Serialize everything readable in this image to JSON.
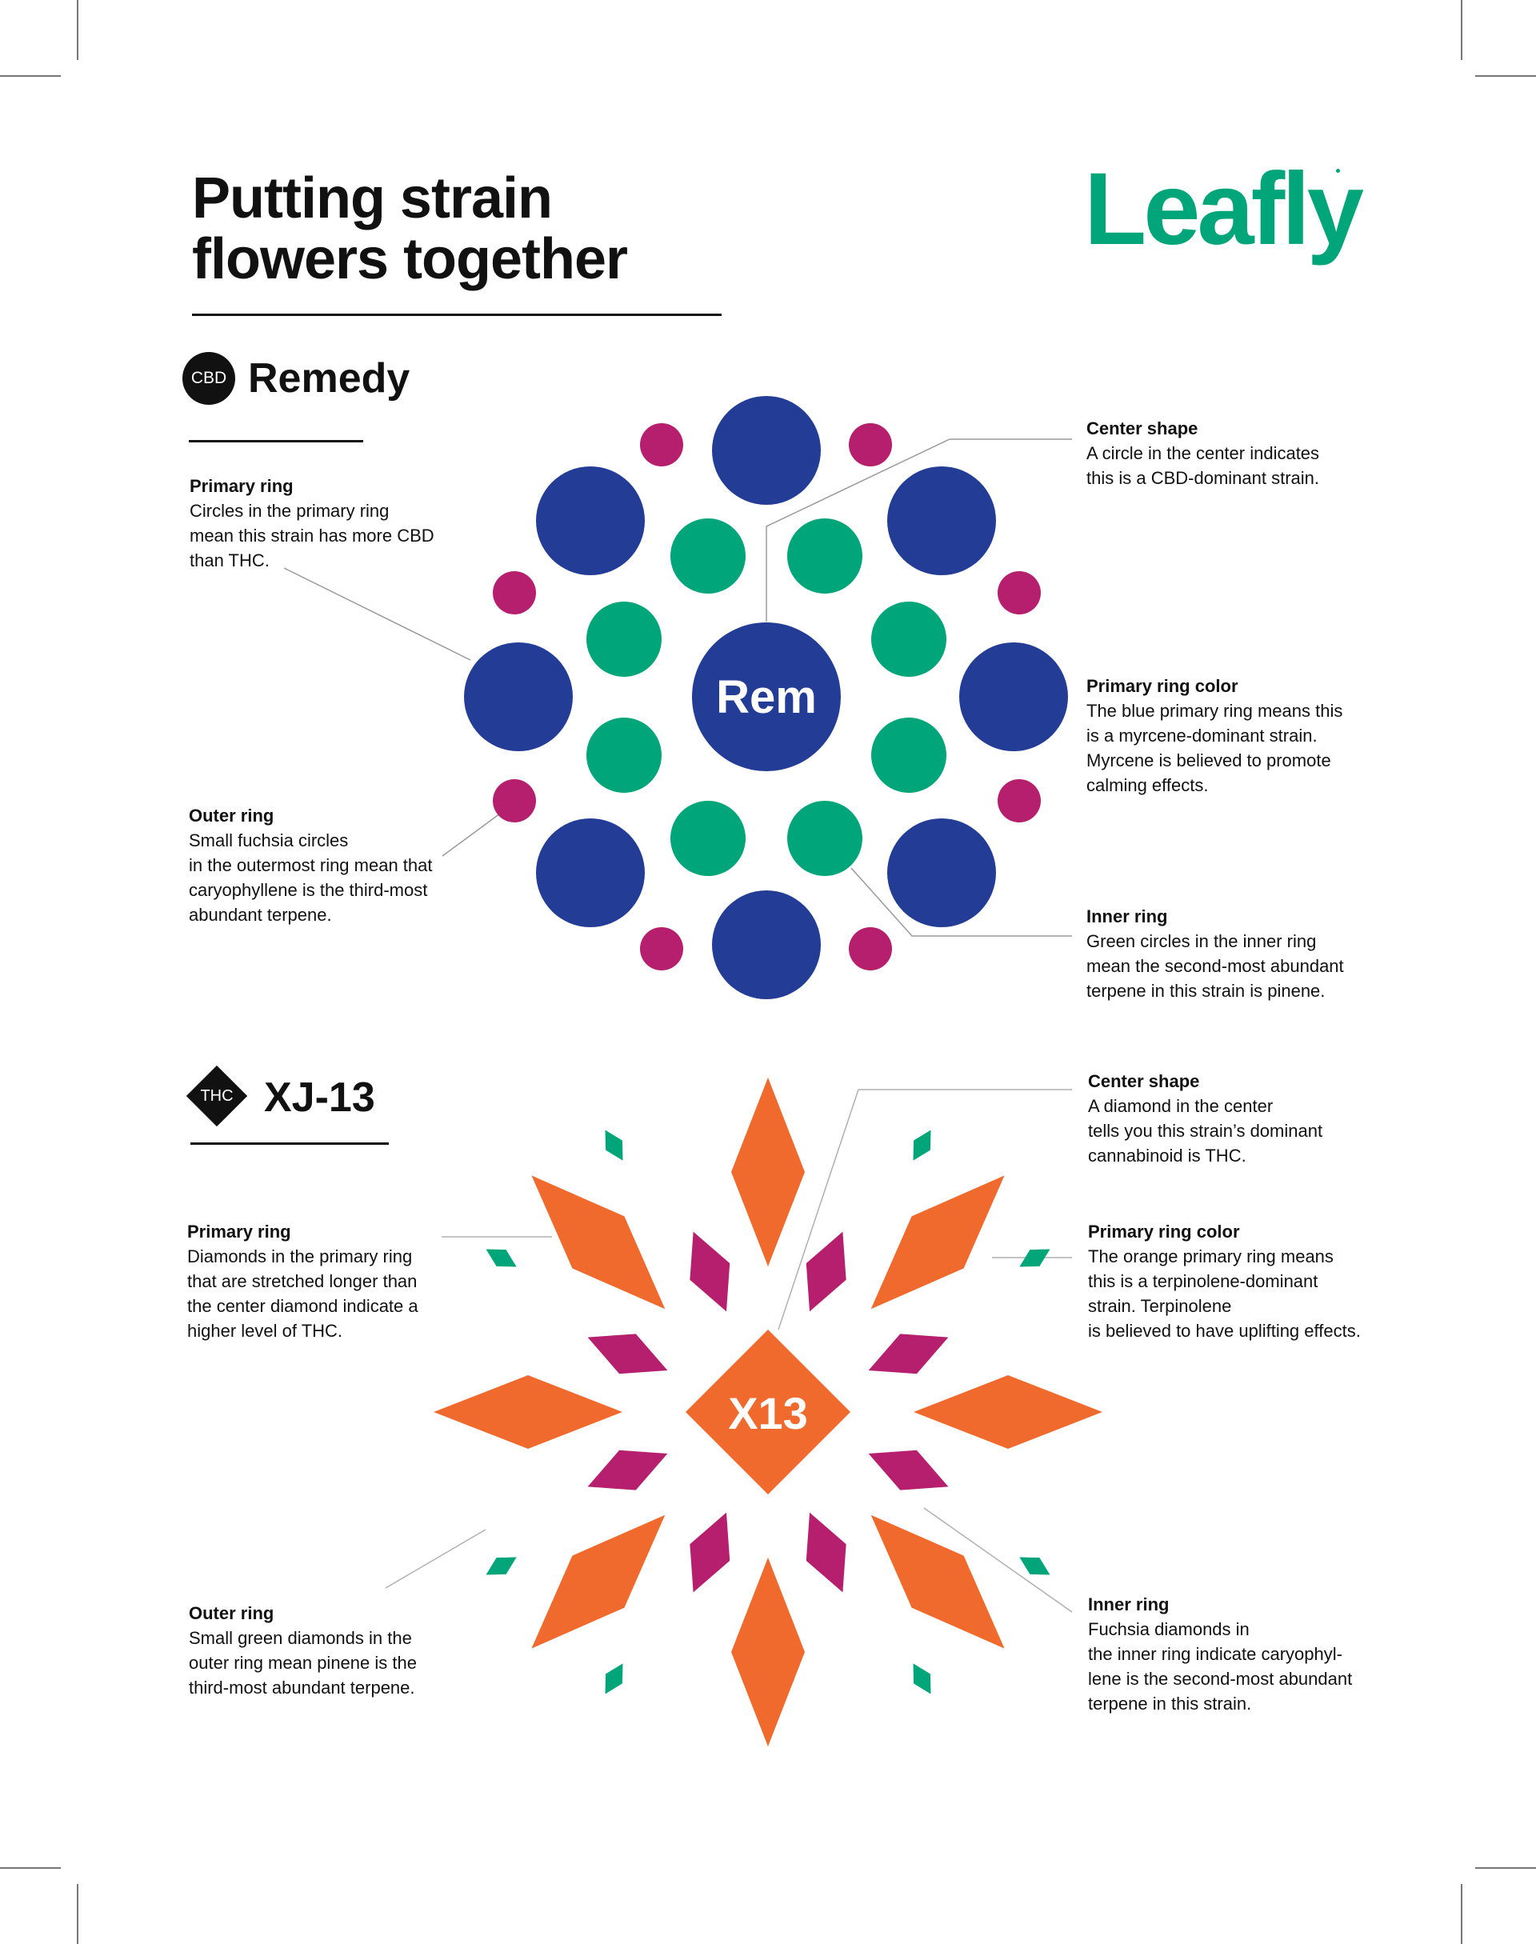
{
  "header": {
    "title_line1": "Putting strain",
    "title_line2": "flowers together",
    "brand": "Leafly"
  },
  "colors": {
    "blue": "#233d96",
    "green": "#00a57a",
    "fuchsia": "#b61f6d",
    "orange": "#ef6a2c",
    "brand_green": "#00a57a",
    "black": "#111111"
  },
  "remedy": {
    "badge": "CBD",
    "name": "Remedy",
    "center_label": "Rem",
    "annotations": {
      "primary_ring": {
        "title": "Primary ring",
        "body": "Circles in the primary ring\nmean this strain has more CBD\nthan THC."
      },
      "outer_ring": {
        "title": "Outer ring",
        "body": "Small fuchsia circles\nin the outermost ring mean that\ncaryophyllene is the third-most\nabundant terpene."
      },
      "center_shape": {
        "title": "Center shape",
        "body": "A circle in the center indicates\nthis is a CBD-dominant strain."
      },
      "primary_ring_color": {
        "title": "Primary ring color",
        "body": "The blue primary ring means this\nis a myrcene-dominant strain.\nMyrcene is believed to promote\ncalming effects."
      },
      "inner_ring": {
        "title": "Inner ring",
        "body": "Green circles in the inner ring\nmean the second-most abundant\nterpene in this strain is pinene."
      }
    }
  },
  "xj13": {
    "badge": "THC",
    "name": "XJ-13",
    "center_label": "X13",
    "annotations": {
      "center_shape": {
        "title": "Center shape",
        "body": "A diamond in the center\ntells you this strain’s dominant\ncannabinoid is THC."
      },
      "primary_ring": {
        "title": "Primary ring",
        "body": "Diamonds in the primary ring\nthat are stretched longer than\nthe center diamond indicate a\nhigher level of THC."
      },
      "primary_ring_color": {
        "title": "Primary ring color",
        "body": "The orange primary ring means\nthis is a terpinolene-dominant\nstrain. Terpinolene\nis believed to have uplifting effects."
      },
      "outer_ring": {
        "title": "Outer ring",
        "body": "Small green diamonds in the\nouter ring mean pinene is the\nthird-most abundant terpene."
      },
      "inner_ring": {
        "title": "Inner ring",
        "body": "Fuchsia diamonds in\nthe inner ring indicate caryophyl-\nlene is the second-most abundant\nterpene in this strain."
      }
    }
  }
}
